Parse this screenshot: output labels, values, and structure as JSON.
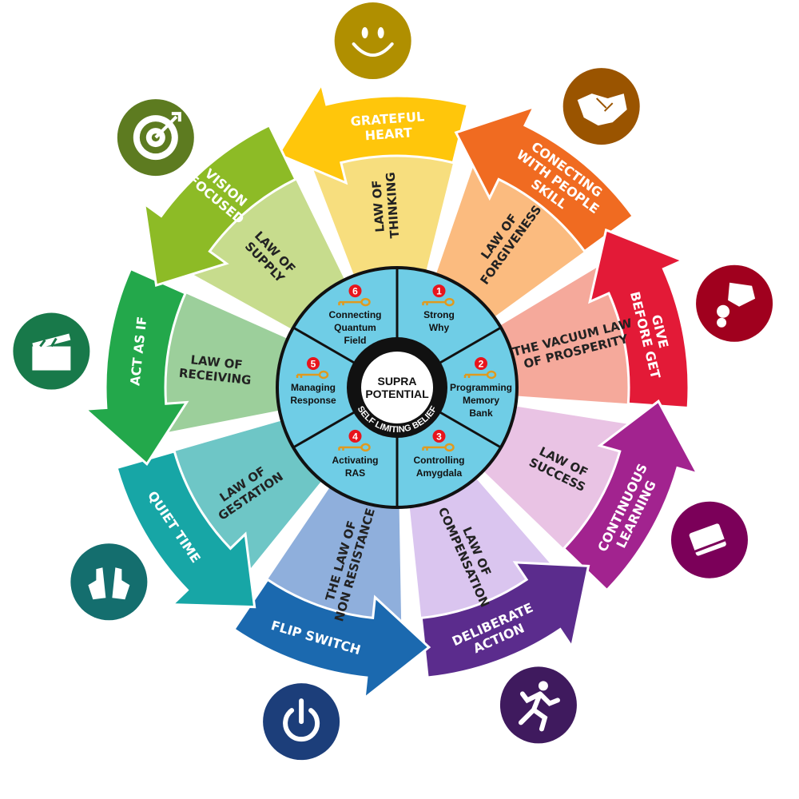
{
  "center": {
    "title": [
      "SUPRA",
      "POTENTIAL"
    ],
    "ring_text": "SELF LIMITING BELIEF"
  },
  "keys": [
    {
      "number": "1",
      "label": [
        "Strong",
        "Why"
      ]
    },
    {
      "number": "2",
      "label": [
        "Programming",
        "Memory",
        "Bank"
      ]
    },
    {
      "number": "3",
      "label": [
        "Controlling",
        "Amygdala"
      ]
    },
    {
      "number": "4",
      "label": [
        "Activating",
        "RAS"
      ]
    },
    {
      "number": "5",
      "label": [
        "Managing",
        "Response"
      ]
    },
    {
      "number": "6",
      "label": [
        "Connecting",
        "Quantum",
        "Field"
      ]
    }
  ],
  "sectors": [
    {
      "law": [
        "LAW OF",
        "THINKING"
      ],
      "arrow": [
        "GRATEFUL",
        "HEART"
      ],
      "icon": "smiley-icon",
      "dark": "#FFC60B",
      "light": "#F7DE7E",
      "circle": "#B08F00"
    },
    {
      "law": [
        "LAW OF",
        "FORGIVENESS"
      ],
      "arrow": [
        "CONECTING",
        "WITH PEOPLE",
        "SKILL"
      ],
      "icon": "handshake-icon",
      "dark": "#F06B21",
      "light": "#FBBB7F",
      "circle": "#9A5400"
    },
    {
      "law": [
        "THE VACUUM LAW",
        "OF PROSPERITY"
      ],
      "arrow": [
        "GIVE",
        "BEFORE GET"
      ],
      "icon": "hand-coin-icon",
      "dark": "#E31A37",
      "light": "#F5A99B",
      "circle": "#A0001E"
    },
    {
      "law": [
        "LAW OF",
        "SUCCESS"
      ],
      "arrow": [
        "CONTINUOUS",
        "LEARNING"
      ],
      "icon": "book-icon",
      "dark": "#A2238F",
      "light": "#E9C3E4",
      "circle": "#7B0059"
    },
    {
      "law": [
        "LAW OF",
        "COMPENSATION"
      ],
      "arrow": [
        "DELIBERATE",
        "ACTION"
      ],
      "icon": "running-person-icon",
      "dark": "#5B2C8D",
      "light": "#DAC5EF",
      "circle": "#3F1A5E"
    },
    {
      "law": [
        "THE LAW OF",
        "NON RESISTANCE"
      ],
      "arrow": [
        "FLIP SWITCH"
      ],
      "icon": "power-icon",
      "dark": "#1B69AF",
      "light": "#8FAFDC",
      "circle": "#1C3E7A"
    },
    {
      "law": [
        "LAW OF",
        "GESTATION"
      ],
      "arrow": [
        "QUIET TIME"
      ],
      "icon": "open-hands-icon",
      "dark": "#17A6A6",
      "light": "#6EC6C6",
      "circle": "#146E6E"
    },
    {
      "law": [
        "LAW OF",
        "RECEIVING"
      ],
      "arrow": [
        "ACT AS IF"
      ],
      "icon": "clapperboard-icon",
      "dark": "#23A84B",
      "light": "#9CCF9B",
      "circle": "#18794A"
    },
    {
      "law": [
        "LAW OF",
        "SUPPLY"
      ],
      "arrow": [
        "VISION",
        "FOCUSED"
      ],
      "icon": "target-icon",
      "dark": "#8DBB26",
      "light": "#C7DC8D",
      "circle": "#5D7B20"
    }
  ],
  "colors": {
    "inner": "#6FCDE6",
    "key": "#E09A1E",
    "badge": "#E8141C"
  }
}
